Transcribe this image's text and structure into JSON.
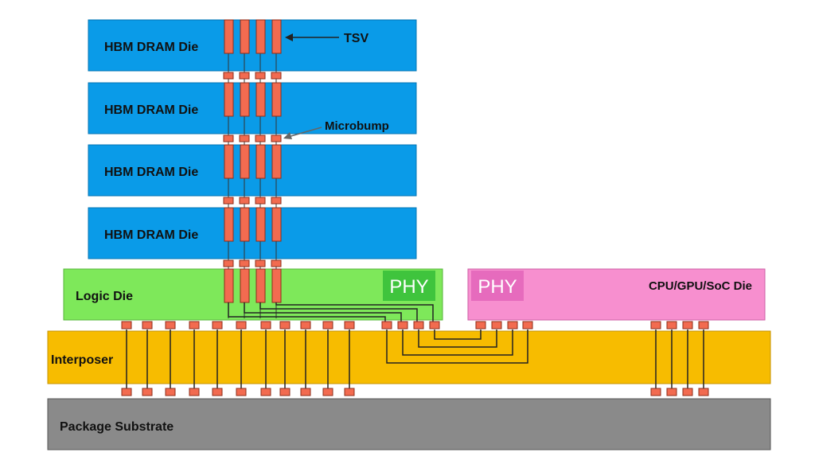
{
  "dram_dies": [
    {
      "label": "HBM DRAM Die"
    },
    {
      "label": "HBM DRAM Die"
    },
    {
      "label": "HBM DRAM Die"
    },
    {
      "label": "HBM DRAM Die"
    }
  ],
  "logic_die": {
    "label": "Logic Die",
    "phy_label": "PHY"
  },
  "soc_die": {
    "label": "CPU/GPU/SoC Die",
    "phy_label": "PHY"
  },
  "interposer": {
    "label": "Interposer"
  },
  "package": {
    "label": "Package Substrate"
  },
  "callouts": {
    "tsv": "TSV",
    "microbump": "Microbump"
  },
  "colors": {
    "dram": "#0a9be8",
    "logic": "#7ee85a",
    "phy_logic": "#3fc43d",
    "soc": "#f78fcf",
    "phy_soc": "#e66bbd",
    "interposer": "#f7bc00",
    "package": "#8a8a8a",
    "tsv": "#f26b50",
    "outline": "#3a3a3a"
  }
}
